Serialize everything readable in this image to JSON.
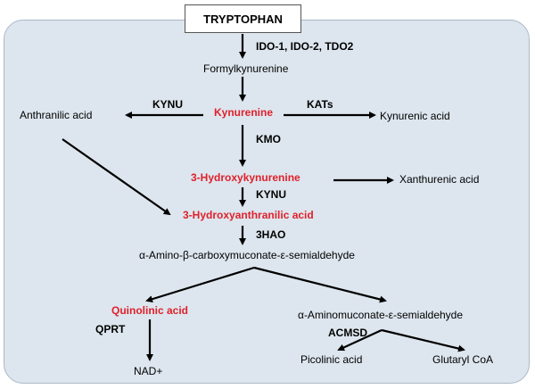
{
  "start": "TRYPTOPHAN",
  "metabolites": {
    "formylkynurenine": "Formylkynurenine",
    "kynurenine": "Kynurenine",
    "anthranilic_acid": "Anthranilic acid",
    "kynurenic_acid": "Kynurenic acid",
    "hydroxykynurenine": "3-Hydroxykynurenine",
    "xanthurenic_acid": "Xanthurenic acid",
    "hydroxyanthranilic_acid": "3-Hydroxyanthranilic acid",
    "acms": "α-Amino-β-carboxymuconate-ε-semialdehyde",
    "quinolinic_acid": "Quinolinic acid",
    "ams": "α-Aminomuconate-ε-semialdehyde",
    "nad": "NAD+",
    "picolinic_acid": "Picolinic acid",
    "glutaryl_coa": "Glutaryl CoA"
  },
  "enzymes": {
    "ido_tdo": "IDO-1, IDO-2, TDO2",
    "kynu_left": "KYNU",
    "kats": "KATs",
    "kmo": "KMO",
    "kynu_mid": "KYNU",
    "hao": "3HAO",
    "qprt": "QPRT",
    "acmsd": "ACMSD"
  },
  "colors": {
    "highlight": "#e0202b",
    "panel": "#dde6ee",
    "arrow": "#000000"
  }
}
